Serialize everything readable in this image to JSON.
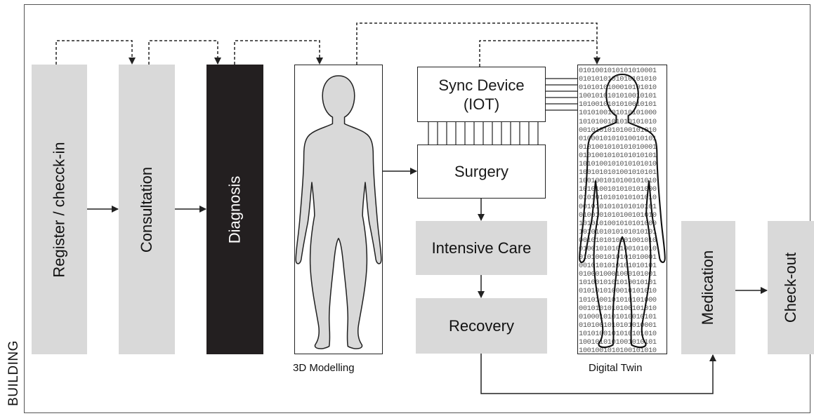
{
  "frame_label": "BUILDING",
  "steps": {
    "register": "Register / checck-in",
    "consultation": "Consultation",
    "diagnosis": "Diagnosis",
    "modelling_caption": "3D Modelling",
    "sync_device_line1": "Sync Device",
    "sync_device_line2": "(IOT)",
    "surgery": "Surgery",
    "intensive_care": "Intensive Care",
    "recovery": "Recovery",
    "digital_twin_caption": "Digital Twin",
    "medication": "Medication",
    "checkout": "Check-out"
  },
  "binary_rows": [
    "0101001010101010001",
    "0101010101010101010",
    "0101010100010101010",
    "1001010101010010101",
    "1010010101010010101",
    "1010100101010101000",
    "1010100101010101010",
    "0010101010100101010",
    "0100010101010010101",
    "0101001010101010001",
    "0101001010101010101",
    "1010100101010101010",
    "1001010101001010101",
    "1001001010100101010",
    "1010100101010101000",
    "0101010101010101010",
    "0010101010101010101",
    "0100101010100101010",
    "1010101001010101000",
    "1010101010101010101",
    "0010101010101001010",
    "0100101010100101010",
    "0101001010101010001",
    "0010101010101010101",
    "0100010001000101001",
    "1010010101010010101",
    "0101010100010101010",
    "1010100101010101000",
    "0010101010100101010",
    "0100010101010010101",
    "0101001010101010001",
    "1010100101010101010",
    "1001010101001010101",
    "1001001010100101010"
  ],
  "colors": {
    "box_grey": "#d9d9d9",
    "box_dark": "#231f20",
    "line": "#222222",
    "body_fill": "#d9d9d9"
  }
}
